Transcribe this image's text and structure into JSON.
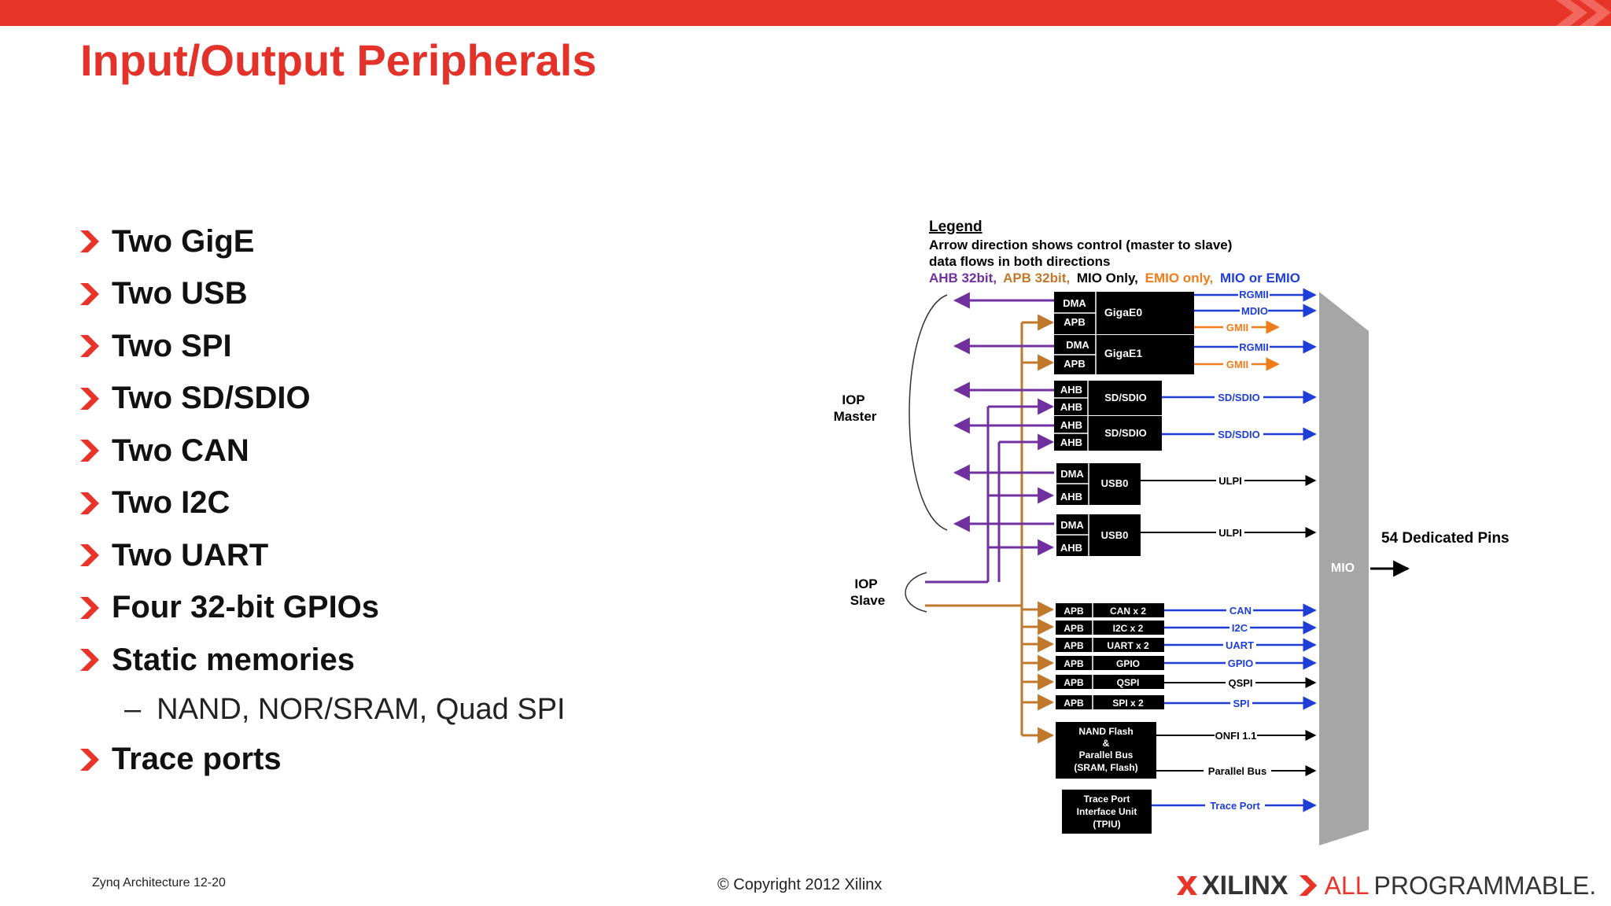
{
  "slide": {
    "title": "Input/Output Peripherals",
    "bullets": [
      "Two GigE",
      "Two USB",
      "Two SPI",
      "Two SD/SDIO",
      "Two CAN",
      "Two I2C",
      "Two UART",
      "Four 32-bit GPIOs",
      "Static memories"
    ],
    "sub_bullet": "NAND, NOR/SRAM, Quad SPI",
    "last_bullet": "Trace ports"
  },
  "diagram": {
    "legend_title": "Legend",
    "legend_line1": "Arrow direction shows control (master to slave)",
    "legend_line2": "data flows in both directions",
    "legend_ahb": "AHB 32bit,",
    "legend_apb": "APB 32bit,",
    "legend_mio": "MIO Only,",
    "legend_emio": "EMIO only,",
    "legend_mio_or_emio": "MIO or EMIO",
    "iop_master": [
      "IOP",
      "Master"
    ],
    "iop_slave": [
      "IOP",
      "Slave"
    ],
    "mio_label": "MIO",
    "pins_label": "54 Dedicated Pins",
    "blocks": {
      "gigae0": {
        "ports": [
          "DMA",
          "APB"
        ],
        "name": "GigaE0"
      },
      "gigae1": {
        "ports": [
          "DMA",
          "APB"
        ],
        "name": "GigaE1"
      },
      "sdio0": {
        "ports": [
          "AHB",
          "AHB"
        ],
        "name": "SD/SDIO"
      },
      "sdio1": {
        "ports": [
          "AHB",
          "AHB"
        ],
        "name": "SD/SDIO"
      },
      "usb0": {
        "ports": [
          "DMA",
          "AHB"
        ],
        "name": "USB0"
      },
      "usb1": {
        "ports": [
          "DMA",
          "AHB"
        ],
        "name": "USB0"
      },
      "can": {
        "port": "APB",
        "name": "CAN x 2"
      },
      "i2c": {
        "port": "APB",
        "name": "I2C x 2"
      },
      "uart": {
        "port": "APB",
        "name": "UART x 2"
      },
      "gpio": {
        "port": "APB",
        "name": "GPIO"
      },
      "qspi": {
        "port": "APB",
        "name": "QSPI"
      },
      "spi": {
        "port": "APB",
        "name": "SPI x 2"
      },
      "nand": [
        "NAND Flash",
        "&",
        "Parallel Bus",
        "(SRAM, Flash)"
      ],
      "tpiu": [
        "Trace Port",
        "Interface Unit",
        "(TPIU)"
      ]
    },
    "signals": {
      "rgmii_0": "RGMII",
      "mdio": "MDIO",
      "gmii_0": "GMII",
      "rgmii_1": "RGMII",
      "gmii_1": "GMII",
      "sdio_0": "SD/SDIO",
      "sdio_1": "SD/SDIO",
      "ulpi_0": "ULPI",
      "ulpi_1": "ULPI",
      "can": "CAN",
      "i2c": "I2C",
      "uart": "UART",
      "gpio": "GPIO",
      "qspi": "QSPI",
      "spi": "SPI",
      "onfi": "ONFI 1.1",
      "parallel": "Parallel Bus",
      "trace": "Trace Port"
    },
    "colors": {
      "ahb": "#7030a0",
      "apb": "#c0782a",
      "mio_only": "#000000",
      "emio_only": "#f07c1a",
      "mio_or_emio": "#1f3ed8",
      "mio_bar": "#a6a6a6"
    }
  },
  "footer": {
    "left": "Zynq Architecture 12-20",
    "center": "© Copyright 2012 Xilinx",
    "brand": "XILINX",
    "tag_all": "ALL",
    "tag_rest": "PROGRAMMABLE."
  },
  "colors": {
    "accent": "#e8352a",
    "title": "#e2322a",
    "text": "#111111"
  }
}
